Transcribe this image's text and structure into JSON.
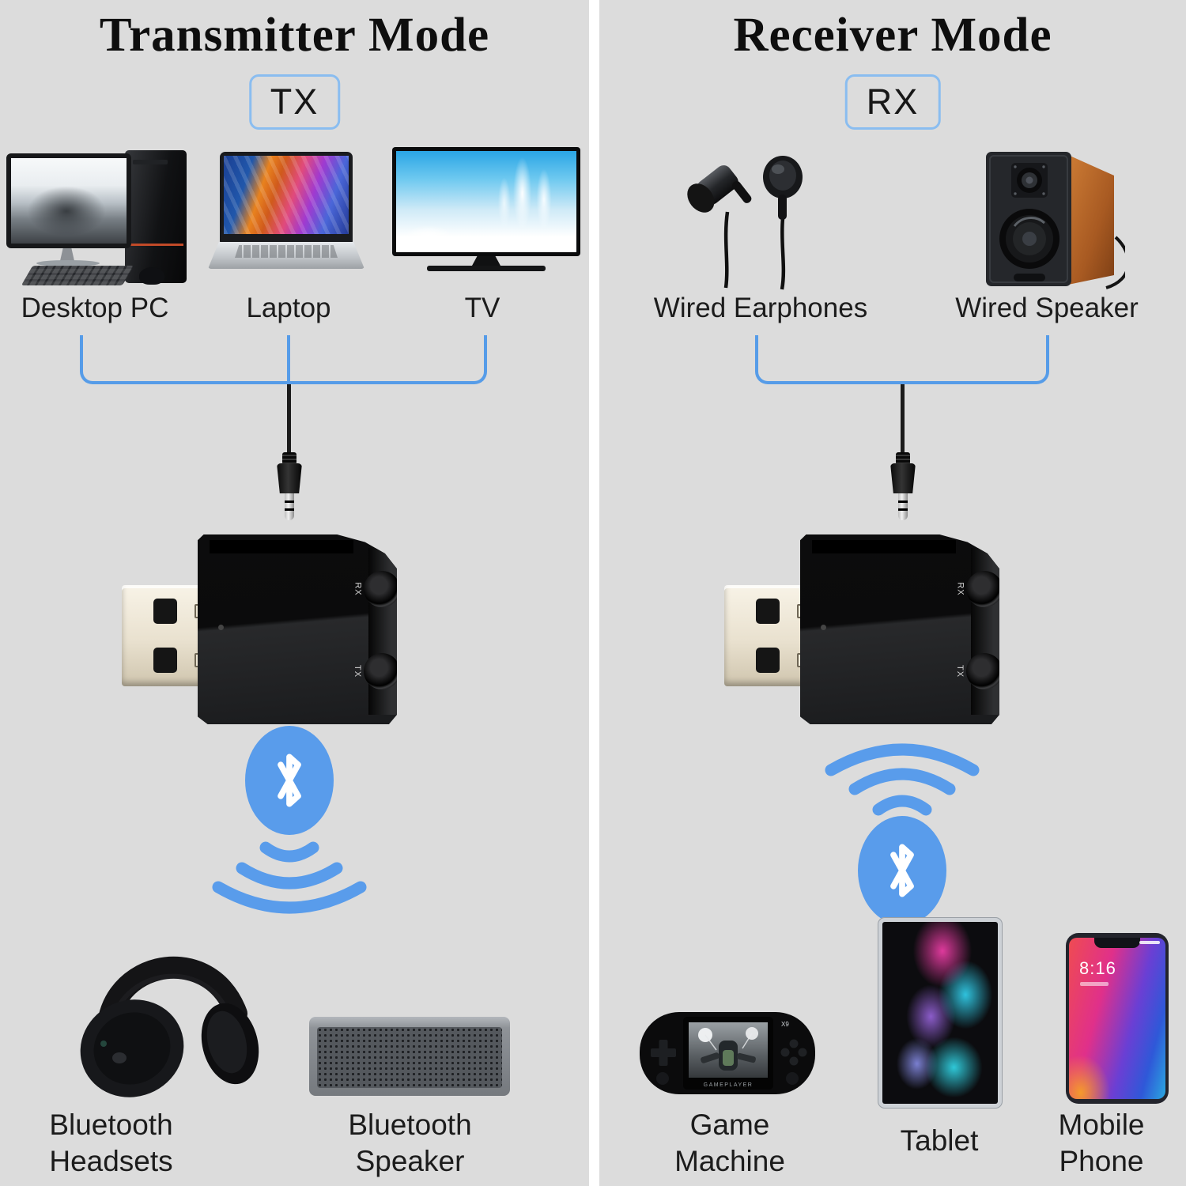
{
  "colors": {
    "background": "#dcdcdc",
    "divider": "#ffffff",
    "accent-blue": "#569ce8",
    "bluetooth-blue": "#599ceb",
    "title-text": "#0e0e0e",
    "label-text": "#1c1c1c",
    "badge-border": "#8abdf0"
  },
  "icons": {
    "bluetooth": "bluetooth-rune",
    "signal": "radiating-signal-waves"
  },
  "panels": [
    {
      "title": "Transmitter Mode",
      "badge": "TX",
      "sources": [
        {
          "label": "Desktop PC"
        },
        {
          "label": "Laptop"
        },
        {
          "label": "TV"
        }
      ],
      "targets": [
        {
          "label": "Bluetooth Headsets"
        },
        {
          "label": "Bluetooth Speaker"
        }
      ]
    },
    {
      "title": "Receiver Mode",
      "badge": "RX",
      "sources": [
        {
          "label": "Wired Earphones"
        },
        {
          "label": "Wired Speaker"
        }
      ],
      "targets": [
        {
          "label": "Game Machine"
        },
        {
          "label": "Tablet"
        },
        {
          "label": "Mobile Phone"
        }
      ]
    }
  ],
  "dongle": {
    "rx_port_label": "RX",
    "tx_port_label": "TX"
  },
  "phone_screen": {
    "time": "8:16"
  },
  "game_machine_screen": {
    "brand": "GAMEPLAYER",
    "model": "X9"
  }
}
